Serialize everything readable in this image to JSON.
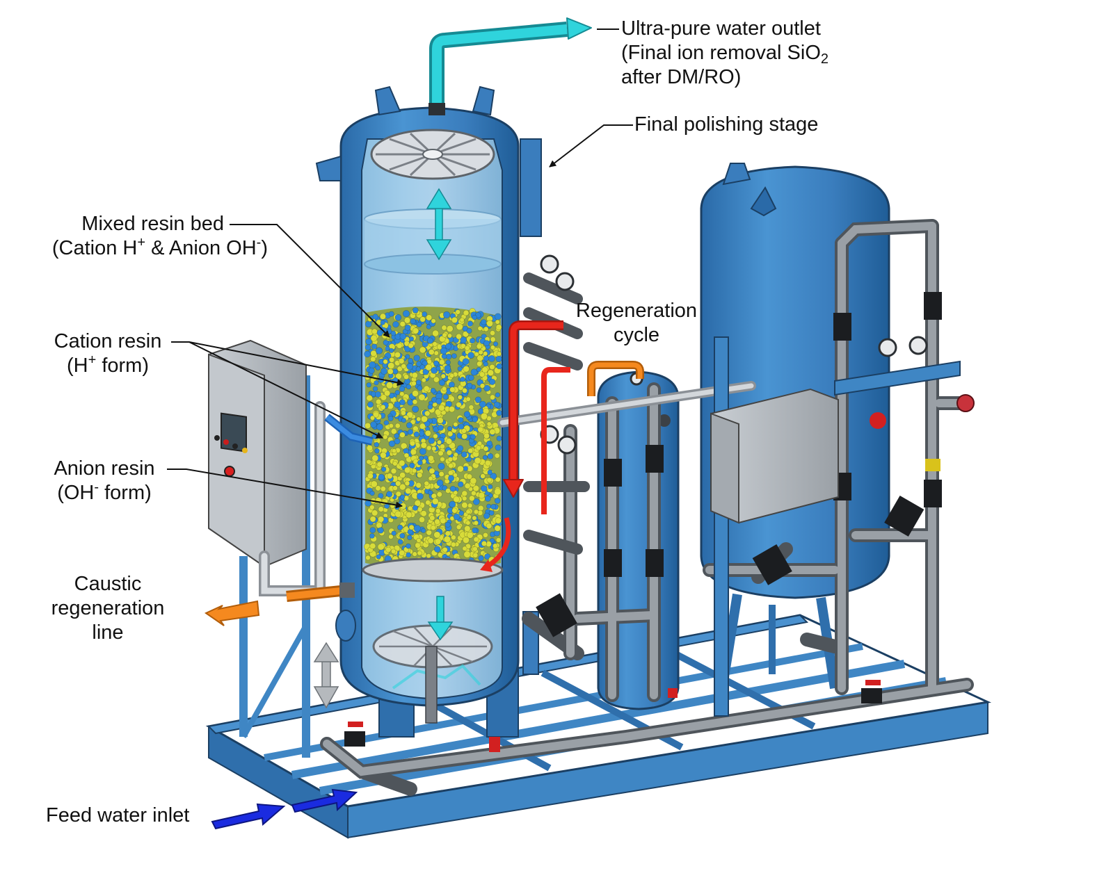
{
  "labels": {
    "ultra_pure_outlet": {
      "line1": "Ultra-pure water outlet",
      "line2_a": "(Final ion removal SiO",
      "line2_sub": "2",
      "line3": "after DM/RO)"
    },
    "final_polishing": {
      "text": "Final polishing stage"
    },
    "mixed_resin_bed": {
      "line1": "Mixed resin bed",
      "line2_a": "(Cation H",
      "line2_sup1": "+",
      "line2_b": " & Anion OH",
      "line2_sup2": "-",
      "line2_c": ")"
    },
    "cation_resin": {
      "line1": "Cation resin",
      "line2_a": "(H",
      "line2_sup": "+",
      "line2_b": " form)"
    },
    "anion_resin": {
      "line1": "Anion resin",
      "line2_a": "(OH",
      "line2_sup": "-",
      "line2_b": " form)"
    },
    "regeneration_cycle": {
      "line1": "Regeneration",
      "line2": "cycle"
    },
    "caustic_regeneration": {
      "line1": "Caustic",
      "line2": "regeneration",
      "line3": "line"
    },
    "feed_water_inlet": {
      "text": "Feed water inlet"
    }
  },
  "colors": {
    "vessel_blue": "#3a7dbd",
    "vessel_dark": "#1f5d97",
    "frame_blue": "#3f86c4",
    "pipe_gray": "#7b8087",
    "outlet_cyan": "#2fd4dc",
    "regen_red": "#e8261c",
    "caustic_orange": "#f5891f",
    "feed_blue": "#1a2be0",
    "cation_bead": "#d8dc3a",
    "anion_bead": "#2c86d8",
    "panel_gray": "#b7bcc1"
  }
}
